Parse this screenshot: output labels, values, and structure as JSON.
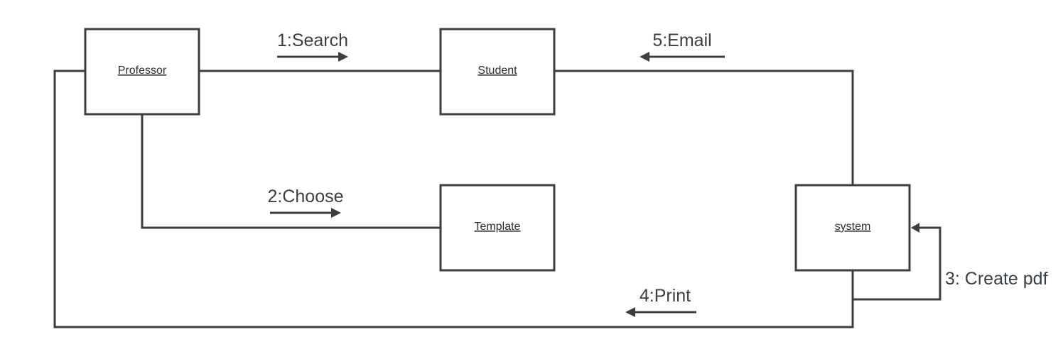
{
  "colors": {
    "stroke": "#3b3f44",
    "node_fill": "#ffffff",
    "text": "#2b2f33",
    "message_text": "#3a3f45",
    "background": "#ffffff"
  },
  "objects": {
    "professor": "Professor",
    "student": "Student",
    "template": "Template",
    "system": "system"
  },
  "messages": {
    "search": "1:Search",
    "choose": "2:Choose",
    "create_pdf": "3: Create pdf",
    "print": "4:Print",
    "email": "5:Email"
  }
}
